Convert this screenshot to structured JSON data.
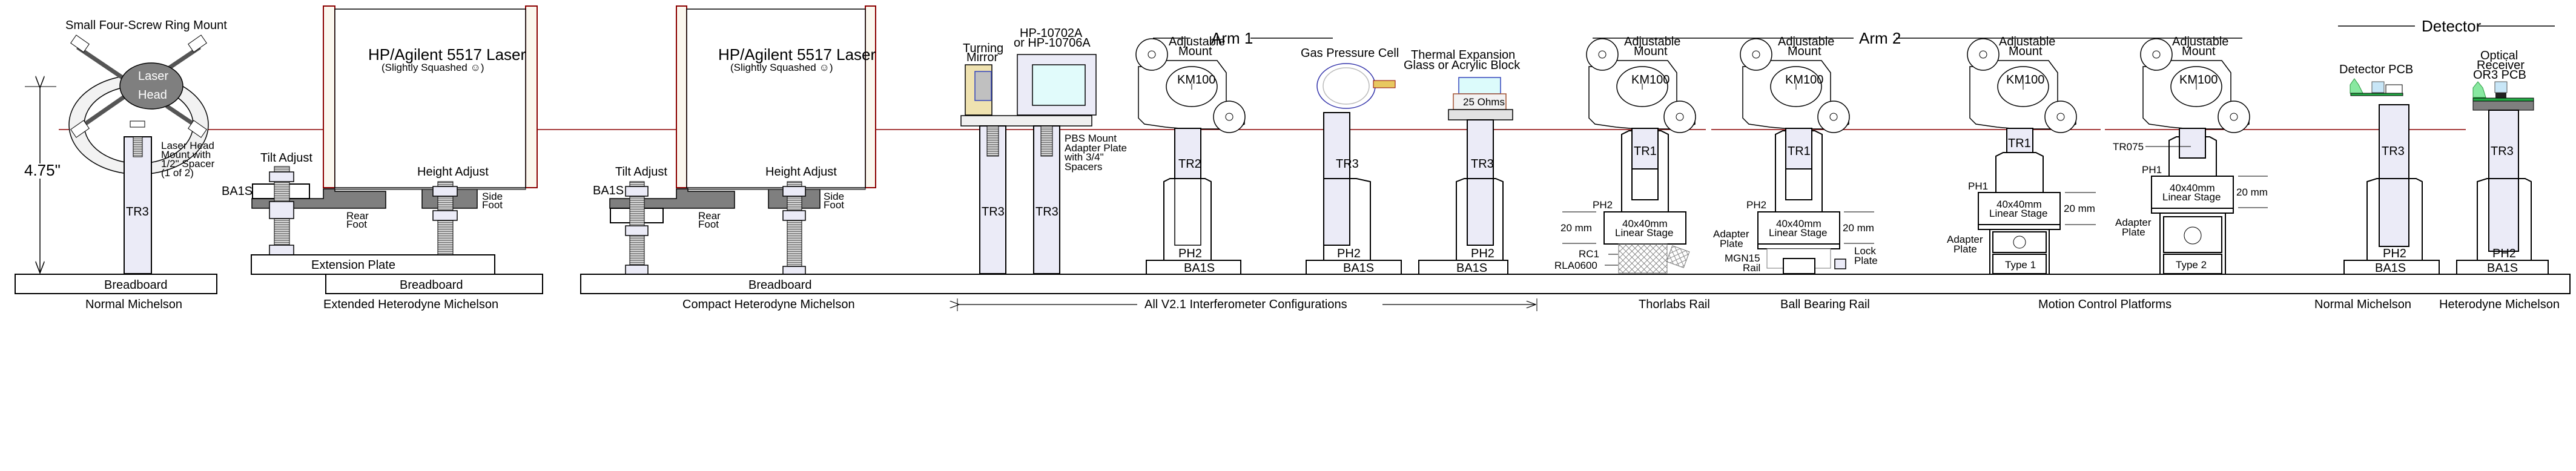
{
  "diagram": {
    "beam_color": "#8b0000",
    "height_dimension": "4.75\"",
    "group_headers": [
      {
        "label": "Arm 1"
      },
      {
        "label": "Arm 2"
      },
      {
        "label": "Detector"
      }
    ],
    "normal_michelson_laser": {
      "title": "Small Four-Screw Ring Mount",
      "head_label_line1": "Laser",
      "head_label_line2": "Head",
      "mount_note": [
        "Laser Head",
        "Mount with",
        "1/2\" Spacer",
        "(1 of 2)"
      ],
      "post": "TR3",
      "base": "Breadboard",
      "caption": "Normal Michelson"
    },
    "extended_heterodyne": {
      "laser_title": "HP/Agilent 5517 Laser",
      "laser_subtitle": "(Slightly Squashed ☺)",
      "tilt_label": "Tilt Adjust",
      "height_label": "Height Adjust",
      "ba1s_label": "BA1S",
      "rear_foot": [
        "Rear",
        "Foot"
      ],
      "side_foot": [
        "Side",
        "Foot"
      ],
      "extension_plate": "Extension Plate",
      "base": "Breadboard",
      "caption": "Extended Heterodyne Michelson"
    },
    "compact_heterodyne": {
      "laser_title": "HP/Agilent 5517 Laser",
      "laser_subtitle": "(Slightly Squashed ☺)",
      "tilt_label": "Tilt Adjust",
      "height_label": "Height Adjust",
      "ba1s_label": "BA1S",
      "rear_foot": [
        "Rear",
        "Foot"
      ],
      "side_foot": [
        "Side",
        "Foot"
      ],
      "base": "Breadboard",
      "caption": "Compact Heterodyne Michelson"
    },
    "beamsplitter": {
      "turning_mirror": [
        "Turning",
        "Mirror"
      ],
      "pbs_title": [
        "HP-10702A",
        "or HP-10706A"
      ],
      "adapter_note": [
        "PBS Mount",
        "Adapter Plate",
        "with 3/4\"",
        "Spacers"
      ],
      "posts": [
        "TR3",
        "TR3"
      ]
    },
    "arm1": {
      "adjustable_mount": {
        "title": [
          "Adjustable",
          "Mount"
        ],
        "mount": "KM100",
        "post": "TR2",
        "holder": "PH2",
        "base": "BA1S"
      },
      "gas_cell": {
        "title": "Gas  Pressure Cell",
        "post": "TR3",
        "holder": "PH2",
        "base": "BA1S"
      },
      "thermal_block": {
        "title": [
          "Thermal Expansion",
          "Glass or Acrylic Block"
        ],
        "heater": "25 Ohms",
        "post": "TR3",
        "holder": "PH2",
        "base": "BA1S"
      }
    },
    "arm2": {
      "thorlabs_rail": {
        "title": [
          "Adjustable",
          "Mount"
        ],
        "mount": "KM100",
        "post": "TR1",
        "holder": "PH2",
        "stage": [
          "40x40mm",
          "Linear Stage"
        ],
        "dimension": "20 mm",
        "carrier": "RC1",
        "rail": "RLA0600",
        "caption": "Thorlabs Rail"
      },
      "ball_bearing_rail": {
        "title": [
          "Adjustable",
          "Mount"
        ],
        "mount": "KM100",
        "post": "TR1",
        "holder": "PH2",
        "stage": [
          "40x40mm",
          "Linear Stage"
        ],
        "dimension": "20 mm",
        "adapter": [
          "Adapter",
          "Plate"
        ],
        "rail": [
          "MGN15",
          "Rail"
        ],
        "lock": [
          "Lock",
          "Plate"
        ],
        "caption": "Ball Bearing Rail"
      },
      "type1": {
        "title": [
          "Adjustable",
          "Mount"
        ],
        "mount": "KM100",
        "post": "TR1",
        "holder": "PH1",
        "stage": [
          "40x40mm",
          "Linear Stage"
        ],
        "dimension": "20 mm",
        "adapter": [
          "Adapter",
          "Plate"
        ],
        "platform": "Type 1"
      },
      "type2": {
        "title": [
          "Adjustable",
          "Mount"
        ],
        "mount": "KM100",
        "post": "TR075",
        "holder": "PH1",
        "stage": [
          "40x40mm",
          "Linear Stage"
        ],
        "dimension": "20 mm",
        "adapter": [
          "Adapter",
          "Plate"
        ],
        "platform": "Type 2"
      },
      "motion_caption": "Motion Control Platforms"
    },
    "detector": {
      "normal": {
        "title": "Detector PCB",
        "post": "TR3",
        "holder": "PH2",
        "base": "BA1S",
        "caption": "Normal Michelson"
      },
      "heterodyne": {
        "title": [
          "Optical",
          "Receiver",
          "OR3 PCB"
        ],
        "post": "TR3",
        "holder": "PH2",
        "base": "BA1S",
        "caption": "Heterodyne Michelson"
      }
    },
    "v21_span": "All V2.1 Interferometer Configurations",
    "breadboard_label": "Breadboard"
  }
}
